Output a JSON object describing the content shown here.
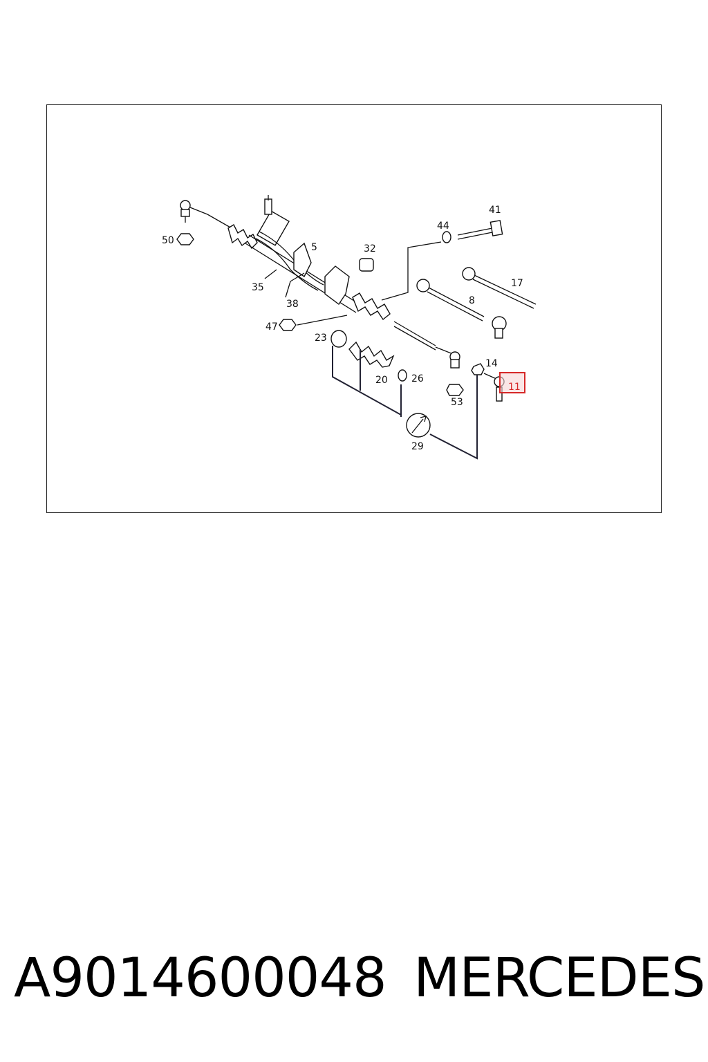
{
  "diagram": {
    "callouts": {
      "c5": "5",
      "c8": "8",
      "c11": "11",
      "c14": "14",
      "c17": "17",
      "c20": "20",
      "c23": "23",
      "c26": "26",
      "c29": "29",
      "c32": "32",
      "c35": "35",
      "c38": "38",
      "c41": "41",
      "c44": "44",
      "c47": "47",
      "c50": "50",
      "c53": "53"
    },
    "highlight_color": "#d62828",
    "highlighted_callout": "11"
  },
  "footer": {
    "part_number": "A9014600048",
    "brand": "MERCEDES"
  }
}
